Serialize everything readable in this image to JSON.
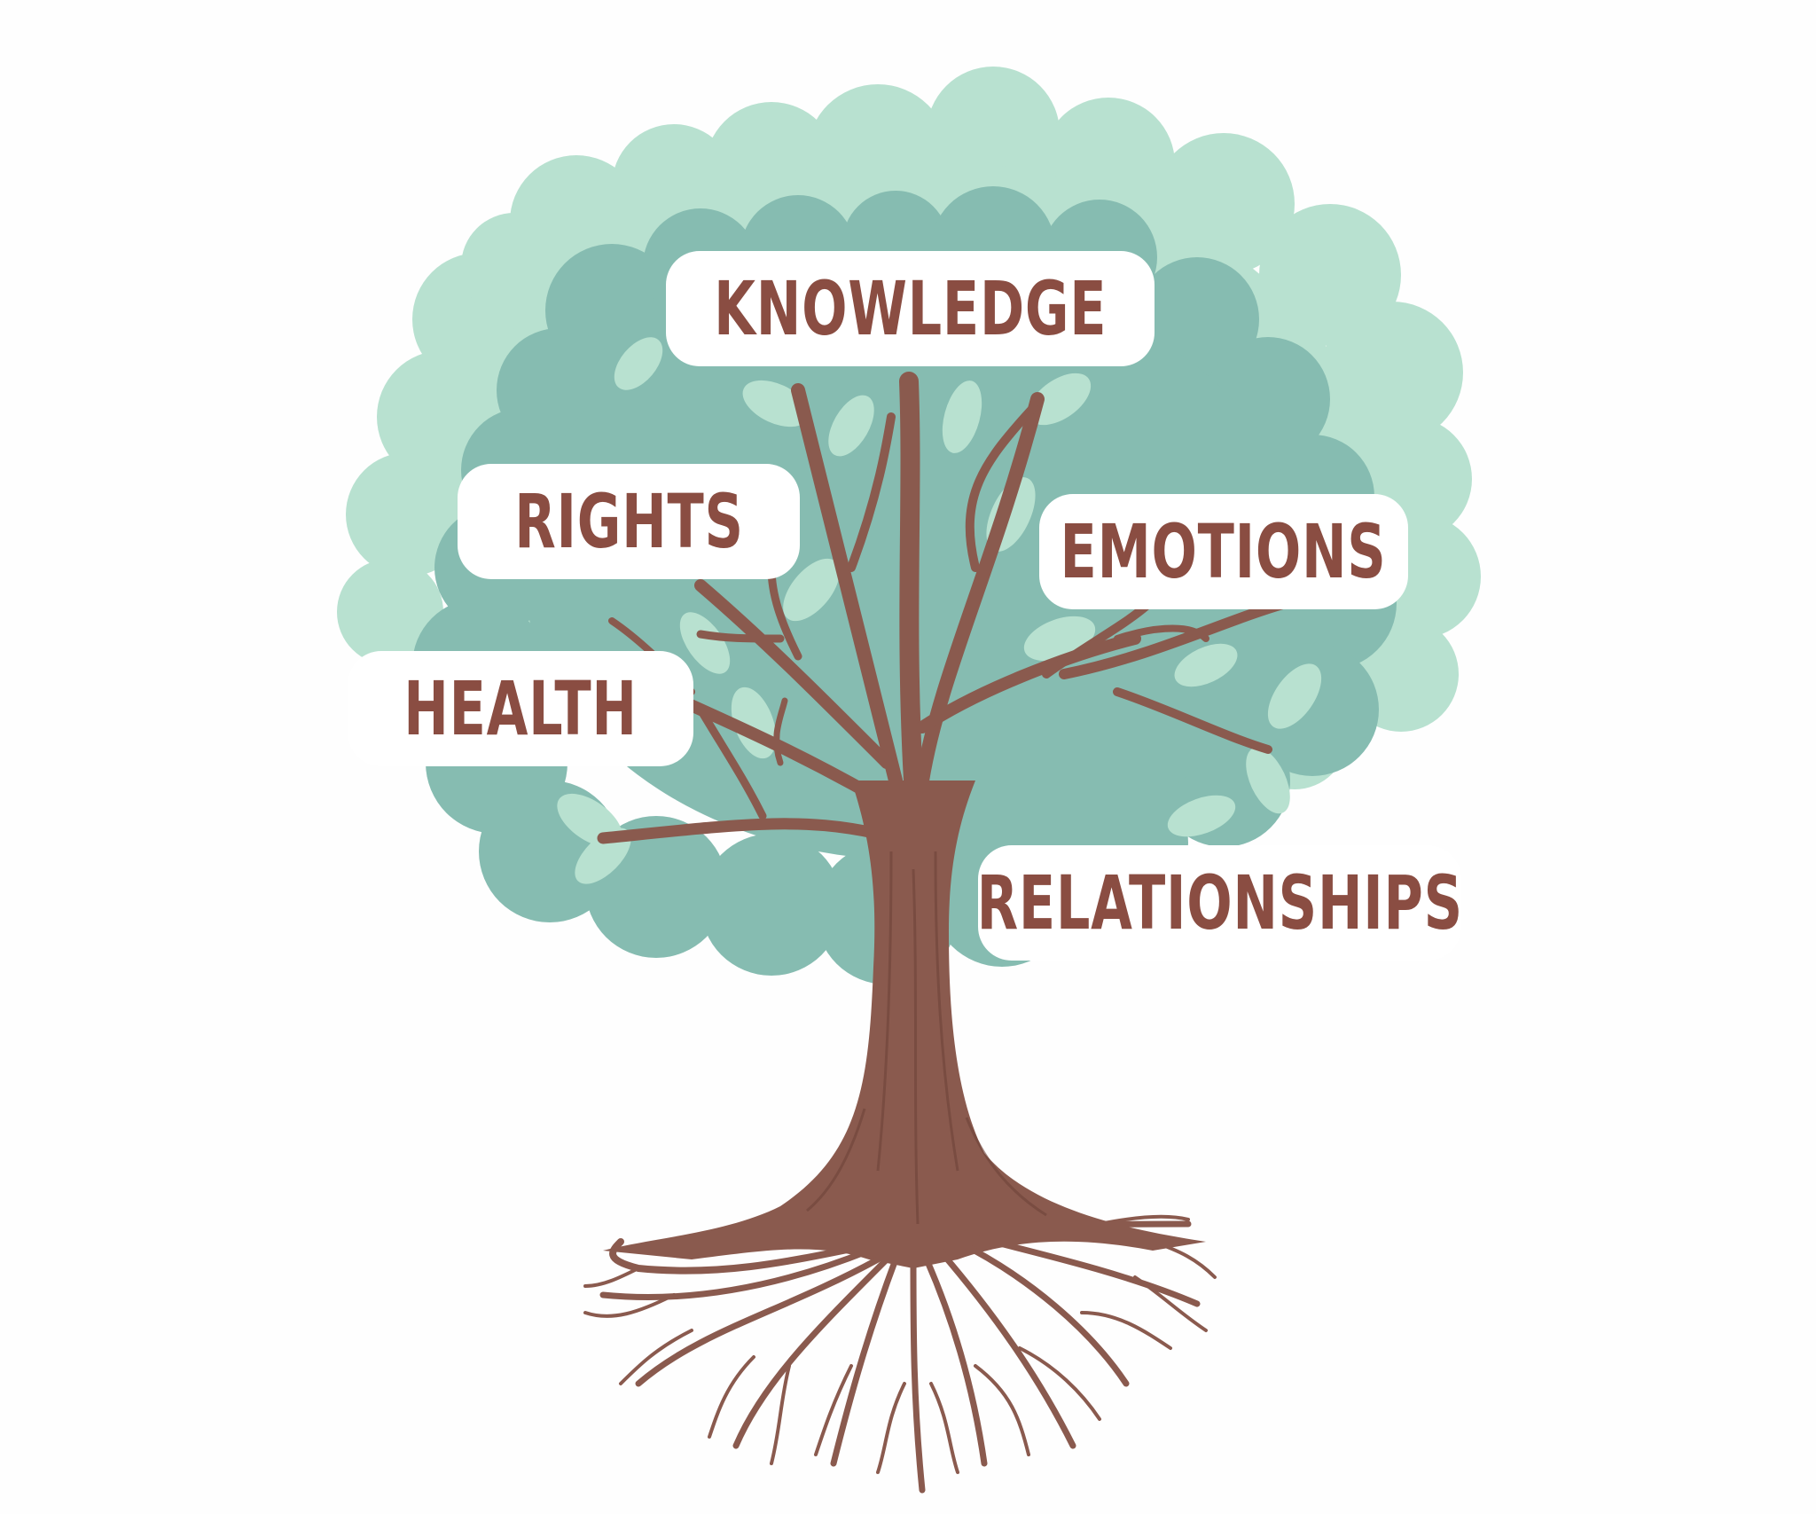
{
  "diagram": {
    "labels": {
      "knowledge": "KNOWLEDGE",
      "rights": "RIGHTS",
      "emotions": "EMOTIONS",
      "health": "HEALTH",
      "relationships": "RELATIONSHIPS"
    }
  },
  "colors": {
    "canopy_light": "#b8e1d0",
    "canopy_dark": "#86bcb1",
    "leaf": "#b8e1d0",
    "trunk": "#8a5a4e",
    "label_text": "#8a4d42",
    "label_background": "#ffffff",
    "background": "#fefefe"
  }
}
